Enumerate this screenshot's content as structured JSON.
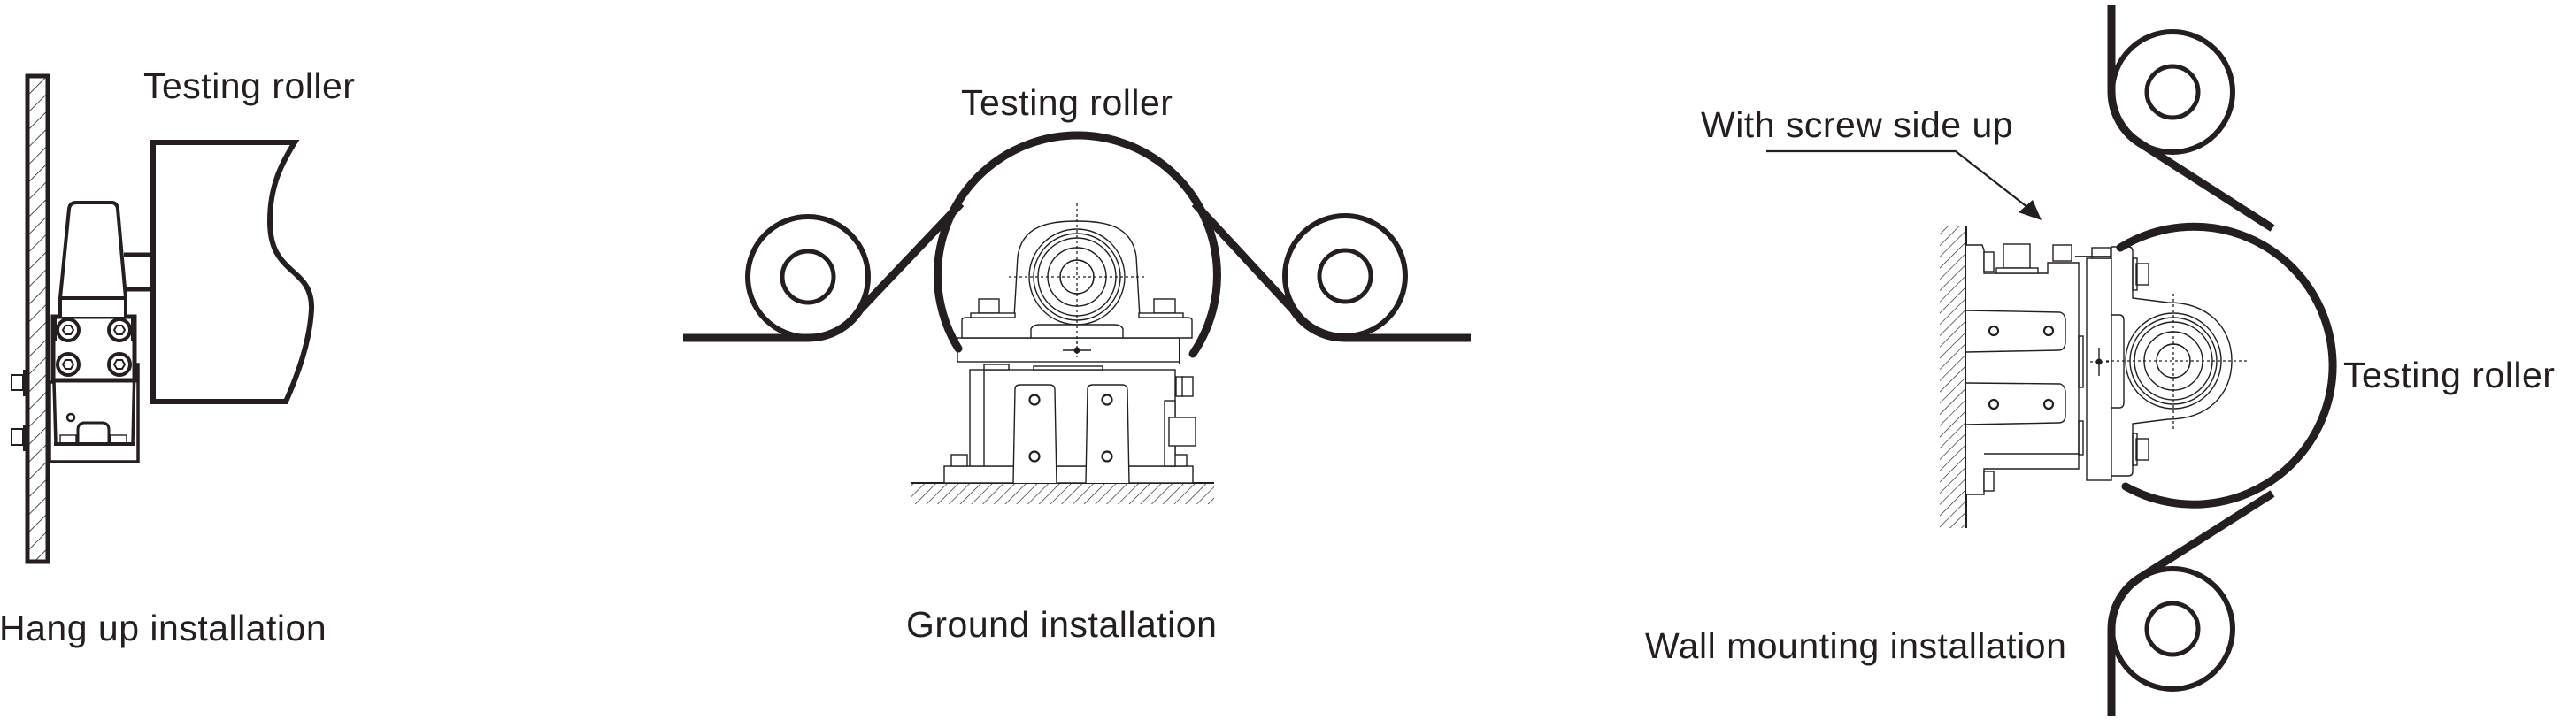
{
  "diagram": {
    "type": "installation-methods",
    "colors": {
      "ink": "#231f20",
      "background": "#ffffff"
    },
    "panels": [
      {
        "id": "hang-up",
        "title": "Hang up installation",
        "roller_label": "Testing roller",
        "components": [
          "wall",
          "sensor",
          "mounting-bracket",
          "four-bolt-flange",
          "wall-bolts",
          "testing-roller"
        ]
      },
      {
        "id": "ground",
        "title": "Ground installation",
        "roller_label": "Testing roller",
        "components": [
          "ground",
          "base-frame",
          "pillow-block-bearing",
          "shaft",
          "testing-roller",
          "left-roll",
          "right-roll",
          "web-material"
        ]
      },
      {
        "id": "wall-mounting",
        "title": "Wall mounting installation",
        "roller_label": "Testing roller",
        "callout": "With screw side up",
        "components": [
          "wall",
          "base-frame",
          "pillow-block-bearing",
          "shaft",
          "testing-roller",
          "top-roll",
          "bottom-roll",
          "web-material"
        ]
      }
    ]
  },
  "labels": {
    "hang_up_roller": "Testing roller",
    "hang_up_title": "Hang up installation",
    "ground_roller": "Testing roller",
    "ground_title": "Ground installation",
    "wall_callout": "With screw side up",
    "wall_roller": "Testing roller",
    "wall_title": "Wall mounting installation"
  }
}
